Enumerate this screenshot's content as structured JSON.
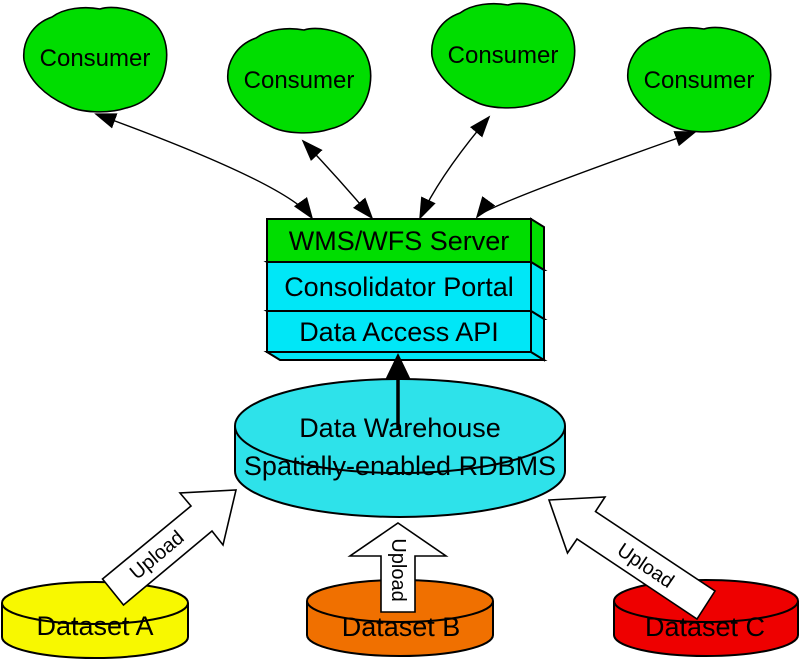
{
  "colors": {
    "consumer_fill": "#00dd00",
    "server_fill": "#00dd00",
    "portal_fill": "#00e7f7",
    "api_fill": "#00e7f7",
    "warehouse_fill": "#2ee2ea",
    "dataset_a_fill": "#f8f800",
    "dataset_b_fill": "#f07000",
    "dataset_c_fill": "#ee0000",
    "upload_arrow_fill": "#ffffff",
    "connector_color": "#000000"
  },
  "consumers": [
    {
      "label": "Consumer"
    },
    {
      "label": "Consumer"
    },
    {
      "label": "Consumer"
    },
    {
      "label": "Consumer"
    }
  ],
  "server_stack": {
    "wms": {
      "label": "WMS/WFS Server"
    },
    "portal": {
      "label": "Consolidator Portal"
    },
    "api": {
      "label": "Data Access API"
    }
  },
  "warehouse": {
    "line1": "Data Warehouse",
    "line2": "Spatially-enabled RDBMS"
  },
  "datasets": [
    {
      "label": "Dataset A"
    },
    {
      "label": "Dataset B"
    },
    {
      "label": "Dataset C"
    }
  ],
  "upload_arrows": [
    {
      "label": "Upload"
    },
    {
      "label": "Upload"
    },
    {
      "label": "Upload"
    }
  ]
}
